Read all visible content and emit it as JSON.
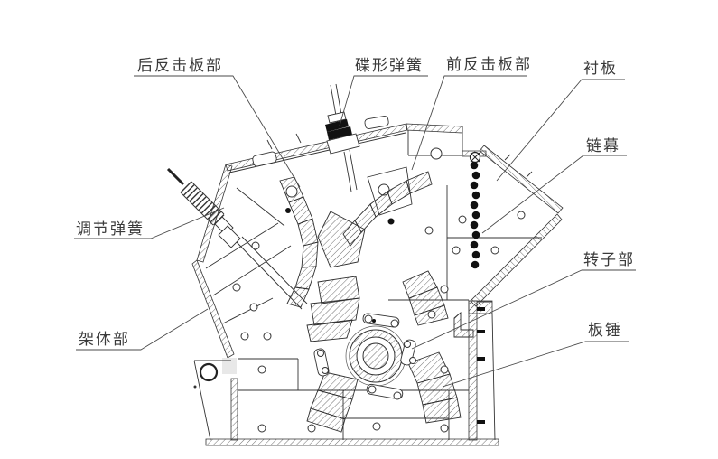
{
  "diagram": {
    "kind": "engineering line drawing, cross-section of an impact crusher",
    "background_color": "#ffffff",
    "line_color": "#333333",
    "label_color": "#3a3a3a"
  },
  "labels": {
    "rear_impact_plate": "后反击板部",
    "disc_spring": "碟形弹簧",
    "front_impact_plate": "前反击板部",
    "liner_plate": "衬板",
    "chain_curtain": "链幕",
    "adjusting_spring": "调节弹簧",
    "rotor": "转子部",
    "frame": "架体部",
    "plate_hammer": "板锤"
  }
}
